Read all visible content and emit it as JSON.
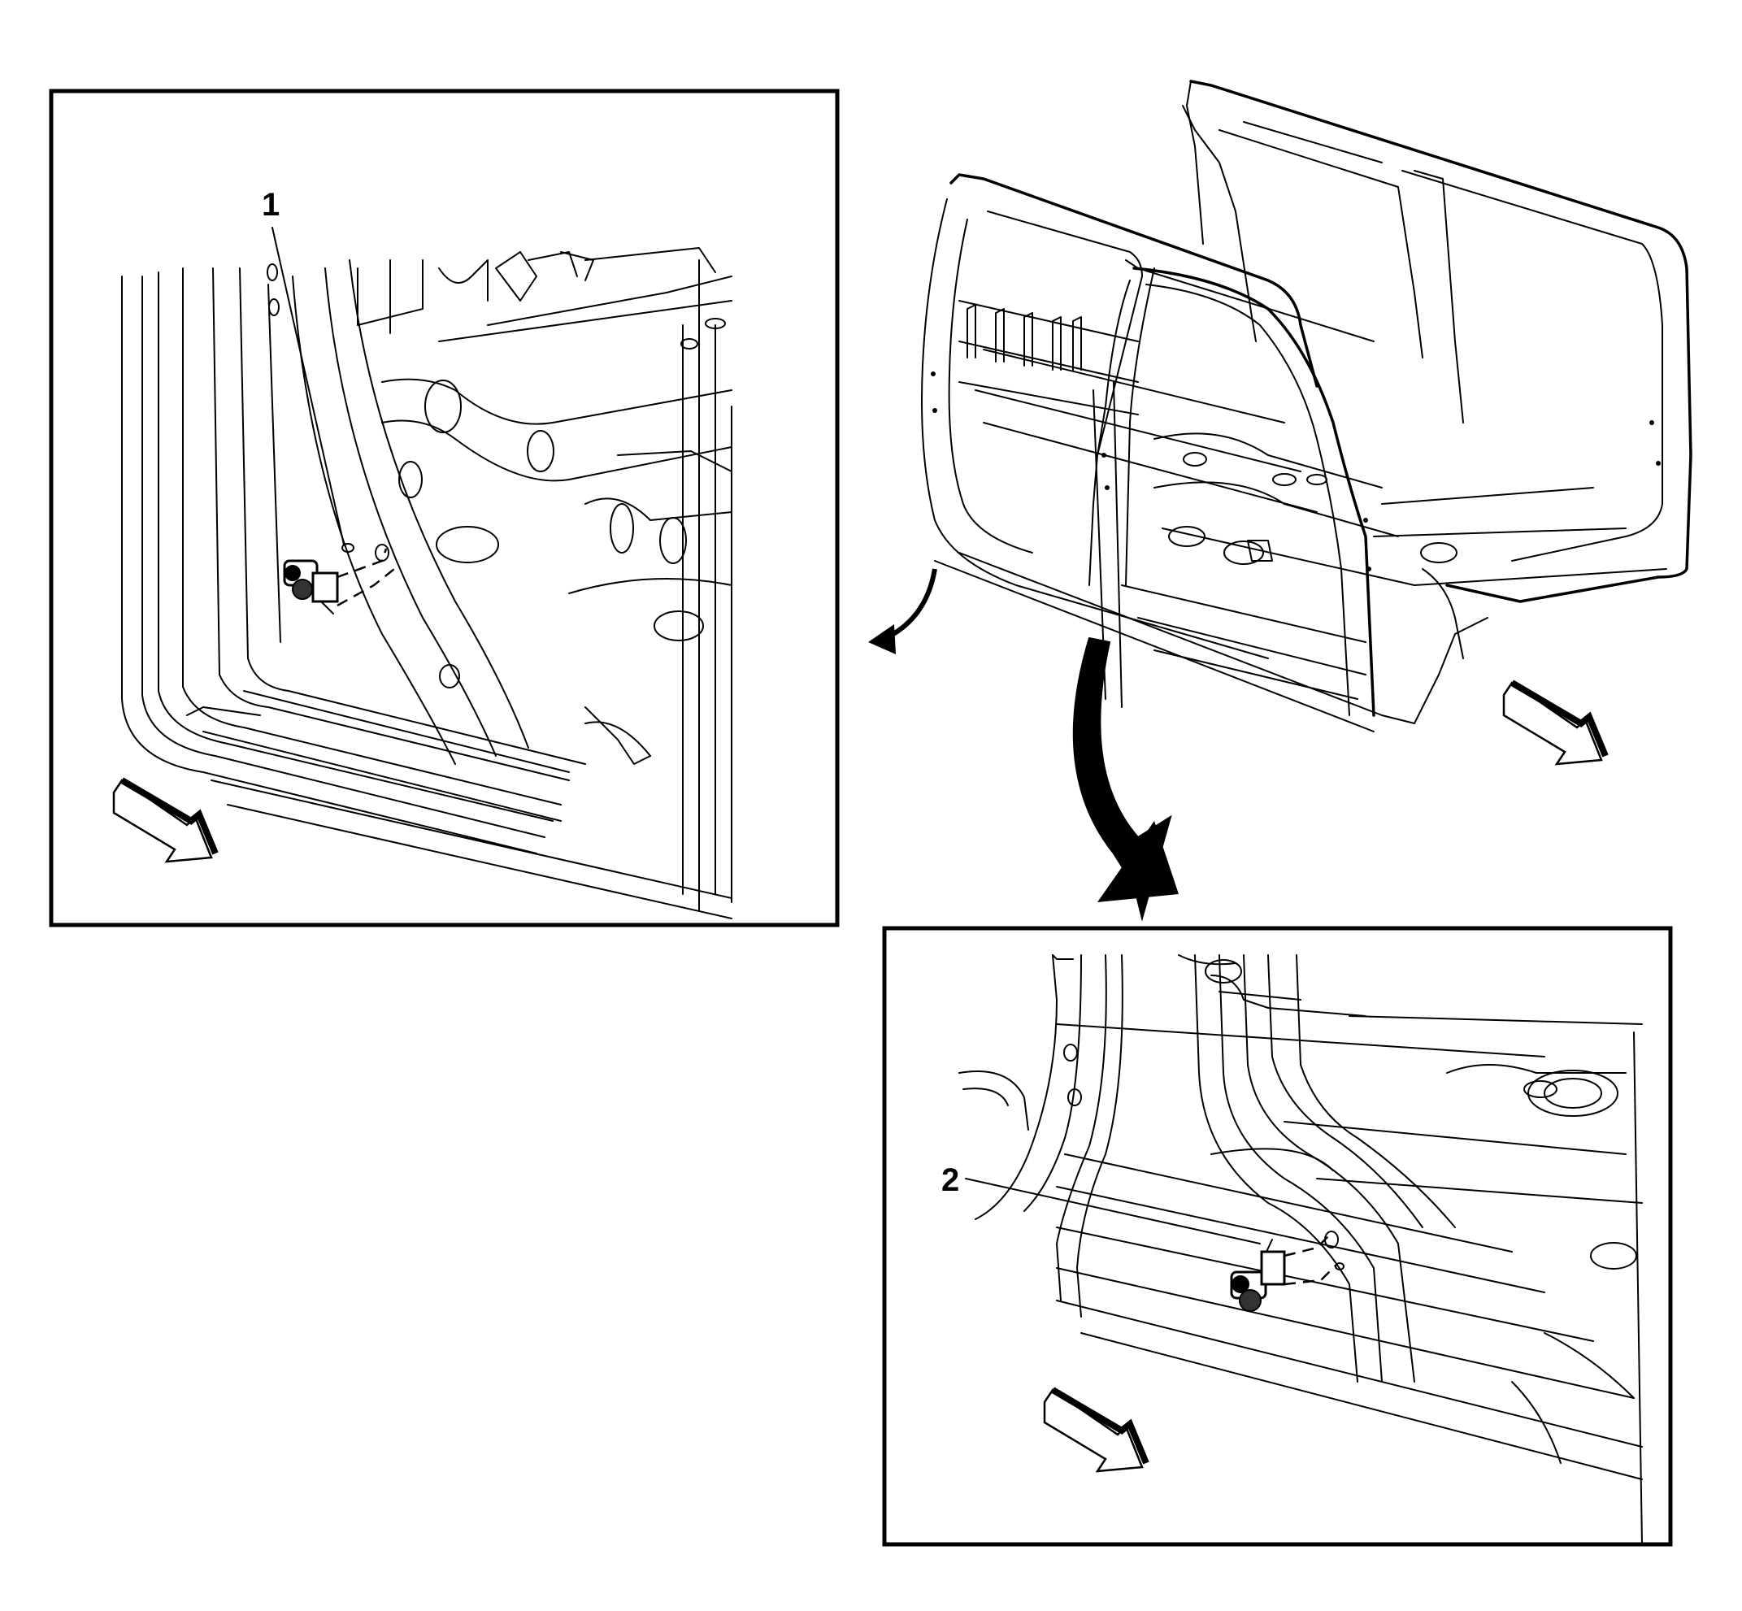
{
  "callouts": [
    {
      "id": "1",
      "label": "1"
    },
    {
      "id": "2",
      "label": "2"
    }
  ],
  "icons": [
    "forward-direction-arrow-icon",
    "view-arrow-icon",
    "sensor-component-icon"
  ],
  "colors": {
    "line": "#000000",
    "background": "#ffffff",
    "arrow_fill": "#ffffff"
  }
}
